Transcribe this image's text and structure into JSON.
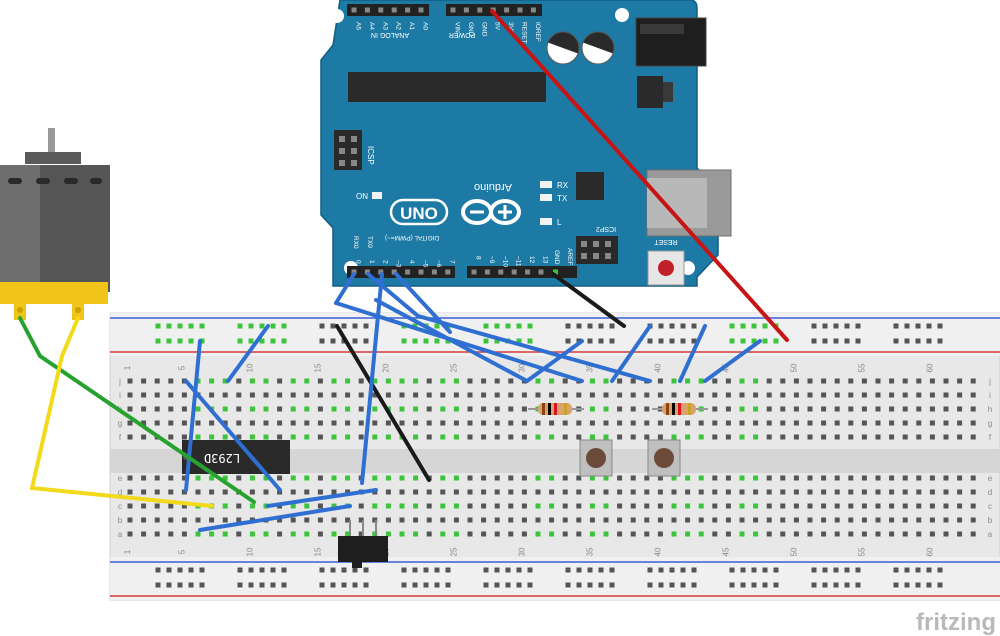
{
  "diagram": {
    "watermark": "fritzing",
    "arduino": {
      "brand": "Arduino",
      "model": "UNO",
      "icsp_label": "ICSP",
      "icsp2_label": "ICSP2",
      "on_label": "ON",
      "tx_label": "TX",
      "rx_label": "RX",
      "l_label": "L",
      "reset_label": "RESET",
      "analog_in_label": "ANALOG IN",
      "power_label": "POWER",
      "digital_label": "DIGITAL (PWM=~)",
      "aref_label": "AREF",
      "gnd_label": "GND",
      "rx0_label": "RX0",
      "tx0_label": "TX0",
      "analog_pins": [
        "A5",
        "A4",
        "A3",
        "A2",
        "A1",
        "A0"
      ],
      "power_pins": [
        "VIN",
        "GND",
        "GND",
        "5V",
        "3V3",
        "RESET",
        "IOREF"
      ],
      "digital_pins_low": [
        "0",
        "1",
        "2",
        "~3",
        "4",
        "~5",
        "~6",
        "7"
      ],
      "digital_pins_high": [
        "8",
        "~9",
        "~10",
        "~11",
        "12",
        "13"
      ]
    },
    "chip_label": "L293D",
    "breadboard": {
      "column_numbers": [
        "1",
        "5",
        "10",
        "15",
        "20",
        "25",
        "30",
        "35",
        "40",
        "45",
        "50",
        "55",
        "60"
      ],
      "row_letters_top": [
        "j",
        "i",
        "h",
        "g",
        "f"
      ],
      "row_letters_bottom": [
        "e",
        "d",
        "c",
        "b",
        "a"
      ]
    },
    "colors": {
      "arduino_blue": "#1c7aa5",
      "wire_blue": "#2f6fd1",
      "wire_red": "#c81414",
      "wire_black": "#1a1a1a",
      "wire_green": "#27a22f",
      "wire_yellow": "#f2d91a",
      "breadboard": "#e9e9e9",
      "rail_red": "#d23a3a",
      "rail_blue": "#3b5ed8",
      "connected_hole": "#3cc43c"
    }
  }
}
